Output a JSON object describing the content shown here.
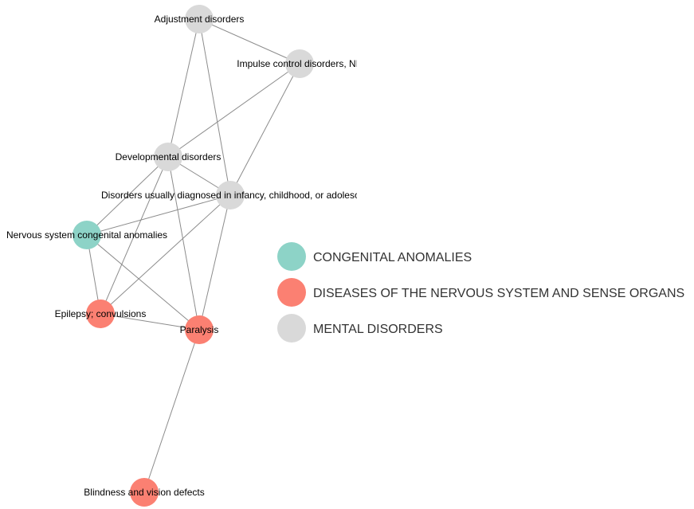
{
  "categories": [
    {
      "id": "congenital",
      "label": "CONGENITAL ANOMALIES",
      "color": "#8dd3c7"
    },
    {
      "id": "nervous",
      "label": "DISEASES OF THE NERVOUS SYSTEM AND SENSE ORGANS",
      "color": "#fb8072"
    },
    {
      "id": "mental",
      "label": "MENTAL DISORDERS",
      "color": "#d9d9d9"
    }
  ],
  "nodes": [
    {
      "id": "adjustment",
      "label": "Adjustment disorders",
      "category": "mental"
    },
    {
      "id": "impulse",
      "label": "Impulse control disorders, NE",
      "category": "mental"
    },
    {
      "id": "developmental",
      "label": "Developmental disorders",
      "category": "mental"
    },
    {
      "id": "infancy",
      "label": "Disorders usually diagnosed in infancy, childhood, or adolesc",
      "category": "mental"
    },
    {
      "id": "congenital_ns",
      "label": "Nervous system congenital anomalies",
      "category": "congenital"
    },
    {
      "id": "epilepsy",
      "label": "Epilepsy; convulsions",
      "category": "nervous"
    },
    {
      "id": "paralysis",
      "label": "Paralysis",
      "category": "nervous"
    },
    {
      "id": "blindness",
      "label": "Blindness and vision defects",
      "category": "nervous"
    }
  ],
  "edges": [
    [
      "adjustment",
      "impulse"
    ],
    [
      "adjustment",
      "developmental"
    ],
    [
      "adjustment",
      "infancy"
    ],
    [
      "impulse",
      "developmental"
    ],
    [
      "impulse",
      "infancy"
    ],
    [
      "developmental",
      "infancy"
    ],
    [
      "developmental",
      "congenital_ns"
    ],
    [
      "developmental",
      "epilepsy"
    ],
    [
      "developmental",
      "paralysis"
    ],
    [
      "infancy",
      "congenital_ns"
    ],
    [
      "infancy",
      "epilepsy"
    ],
    [
      "infancy",
      "paralysis"
    ],
    [
      "congenital_ns",
      "epilepsy"
    ],
    [
      "congenital_ns",
      "paralysis"
    ],
    [
      "epilepsy",
      "paralysis"
    ],
    [
      "paralysis",
      "blindness"
    ]
  ]
}
